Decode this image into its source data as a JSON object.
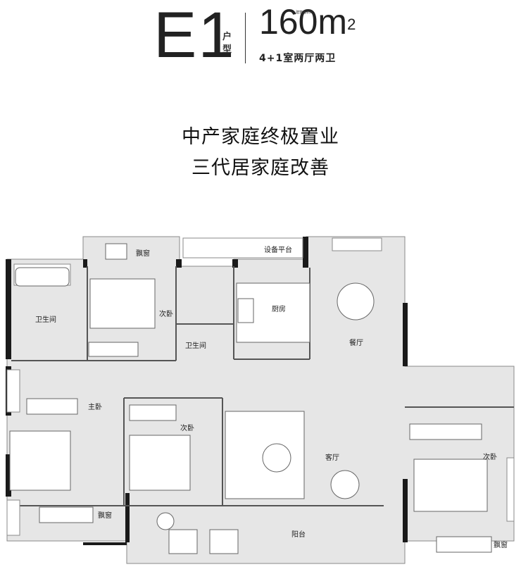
{
  "header": {
    "type_code": "E1",
    "type_word": "户型",
    "area_value": "160m",
    "area_unit_sup": "2",
    "area_tag": "建筑面积约",
    "room_config": "4+1室两厅两卫"
  },
  "slogan": {
    "line1": "中产家庭终极置业",
    "line2": "三代居家庭改善"
  },
  "rooms": {
    "bay_window_top": "飘窗",
    "equipment_platform": "设备平台",
    "bath_left": "卫生间",
    "second_bedroom_top": "次卧",
    "kitchen": "厨房",
    "bath_mid": "卫生间",
    "dining": "餐厅",
    "master_bedroom": "主卧",
    "second_bedroom_mid": "次卧",
    "living": "客厅",
    "second_bedroom_right": "次卧",
    "bay_window_left": "飘窗",
    "balcony": "阳台",
    "bay_window_right": "飘窗"
  },
  "colors": {
    "wall": "#1a1a1a",
    "floor": "#e6e6e6",
    "outline": "#8a8a8a",
    "furniture": "#ffffff"
  }
}
